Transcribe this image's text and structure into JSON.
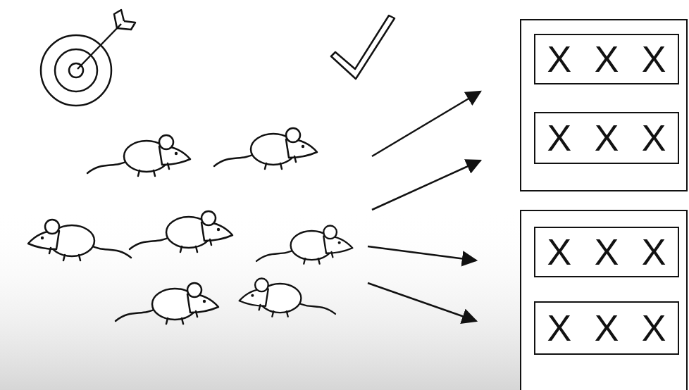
{
  "diagram": {
    "nodes": [
      {
        "text": []
      },
      {
        "text": [
          "X X X"
        ],
        "in": 0
      },
      {
        "text": [
          "X X X"
        ],
        "in": 0
      },
      {
        "text": []
      },
      {
        "text": [
          "X X X"
        ],
        "in": 3
      },
      {
        "text": [
          "X X X"
        ],
        "in": 3
      }
    ]
  }
}
